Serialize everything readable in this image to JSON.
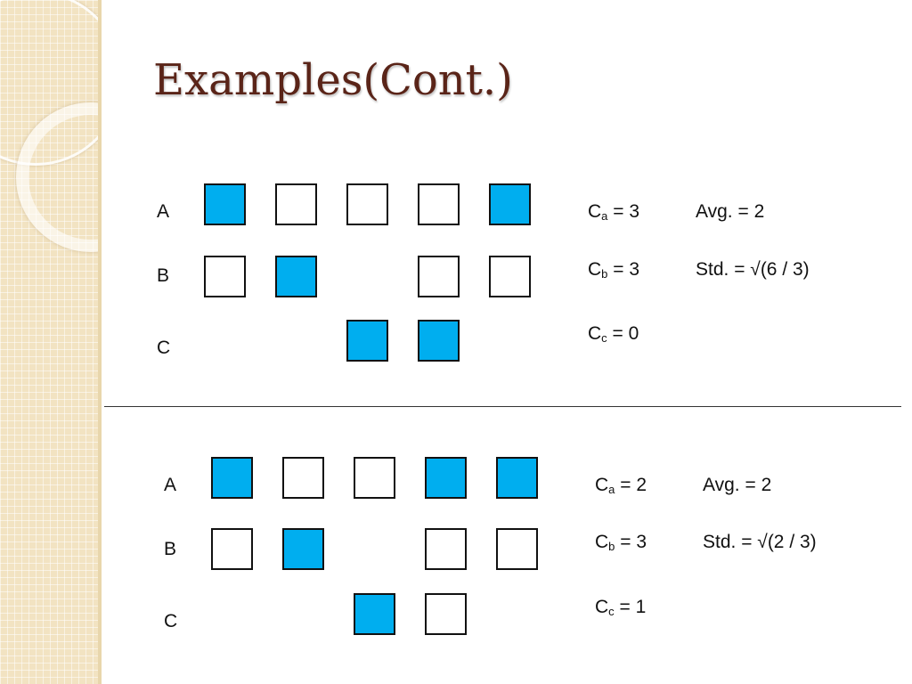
{
  "title": "Examples(Cont.)",
  "colors": {
    "filled": "#00aeef",
    "empty": "#ffffff",
    "title": "#5a2418"
  },
  "example_1": {
    "rows": [
      {
        "label": "A",
        "cells": [
          "filled",
          "empty",
          "empty",
          "empty",
          "filled"
        ]
      },
      {
        "label": "B",
        "cells": [
          "empty",
          "filled",
          "none",
          "empty",
          "empty"
        ]
      },
      {
        "label": "C",
        "cells": [
          "none",
          "none",
          "filled",
          "filled",
          "none"
        ]
      }
    ],
    "stats": {
      "ca_label": "C",
      "ca_sub": "a",
      "ca_value": " = 3",
      "cb_label": "C",
      "cb_sub": "b",
      "cb_value": " = 3",
      "cc_label": "C",
      "cc_sub": "c",
      "cc_value": " = 0",
      "avg": "Avg. = 2",
      "std": "Std. = √(6 / 3)"
    }
  },
  "example_2": {
    "rows": [
      {
        "label": "A",
        "cells": [
          "filled",
          "empty",
          "empty",
          "filled",
          "filled"
        ]
      },
      {
        "label": "B",
        "cells": [
          "empty",
          "filled",
          "none",
          "empty",
          "empty"
        ]
      },
      {
        "label": "C",
        "cells": [
          "none",
          "none",
          "filled",
          "empty",
          "none"
        ]
      }
    ],
    "stats": {
      "ca_label": "C",
      "ca_sub": "a",
      "ca_value": " = 2",
      "cb_label": "C",
      "cb_sub": "b",
      "cb_value": " = 3",
      "cc_label": "C",
      "cc_sub": "c",
      "cc_value": " = 1",
      "avg": "Avg. = 2",
      "std": "Std. = √(2 / 3)"
    }
  }
}
